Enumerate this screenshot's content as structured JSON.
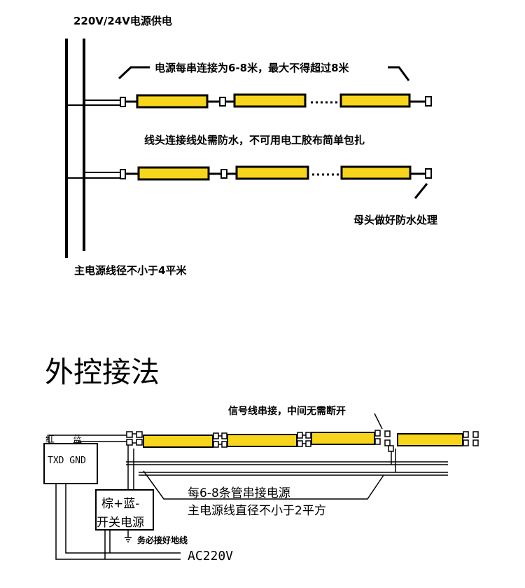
{
  "top": {
    "supply": "220V/24V电源供电",
    "segment_note": "电源每串连接为6-8米，最大不得超过8米",
    "joint_note": "线头连接线处需防水，不可用电工胶布简单包扎",
    "female_note": "母头做好防水处理",
    "main_wire": "主电源线径不小于4平米"
  },
  "bottom": {
    "title": "外控接法",
    "signal_note": "信号线串接，中间无需断开",
    "red": "红",
    "blue": "蓝",
    "controller": "TXD GND",
    "psu_line1": "棕+蓝-",
    "psu_line2": "开关电源",
    "ground": "务必接好地线",
    "ac": "AC220V",
    "series_note": "每6-8条管串接电源",
    "wire_note": "主电源线直径不小于2平方"
  },
  "colors": {
    "tube": "#f7d51d",
    "line": "#000000"
  }
}
